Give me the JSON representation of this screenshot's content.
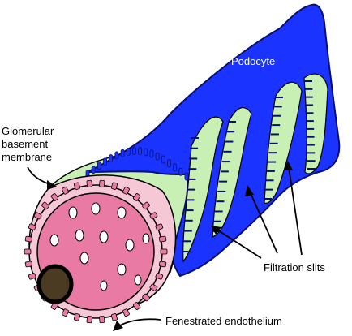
{
  "labels": {
    "podocyte": "Podocyte",
    "gbm_line1": "Glomerular",
    "gbm_line2": "basement",
    "gbm_line3": "membrane",
    "filtration_slits": "Filtration slits",
    "fenestrated_endothelium": "Fenestrated endothelium"
  },
  "colors": {
    "podocyte": "#1a33ff",
    "podocyte_outline": "#0a0f6e",
    "basement_membrane": "#c8f0b4",
    "endothelium_outer": "#f6c7d5",
    "endothelium_inner": "#e97aa3",
    "fenestrae": "#ffffff",
    "lumen": "#4a3b22",
    "outline": "#000000"
  }
}
